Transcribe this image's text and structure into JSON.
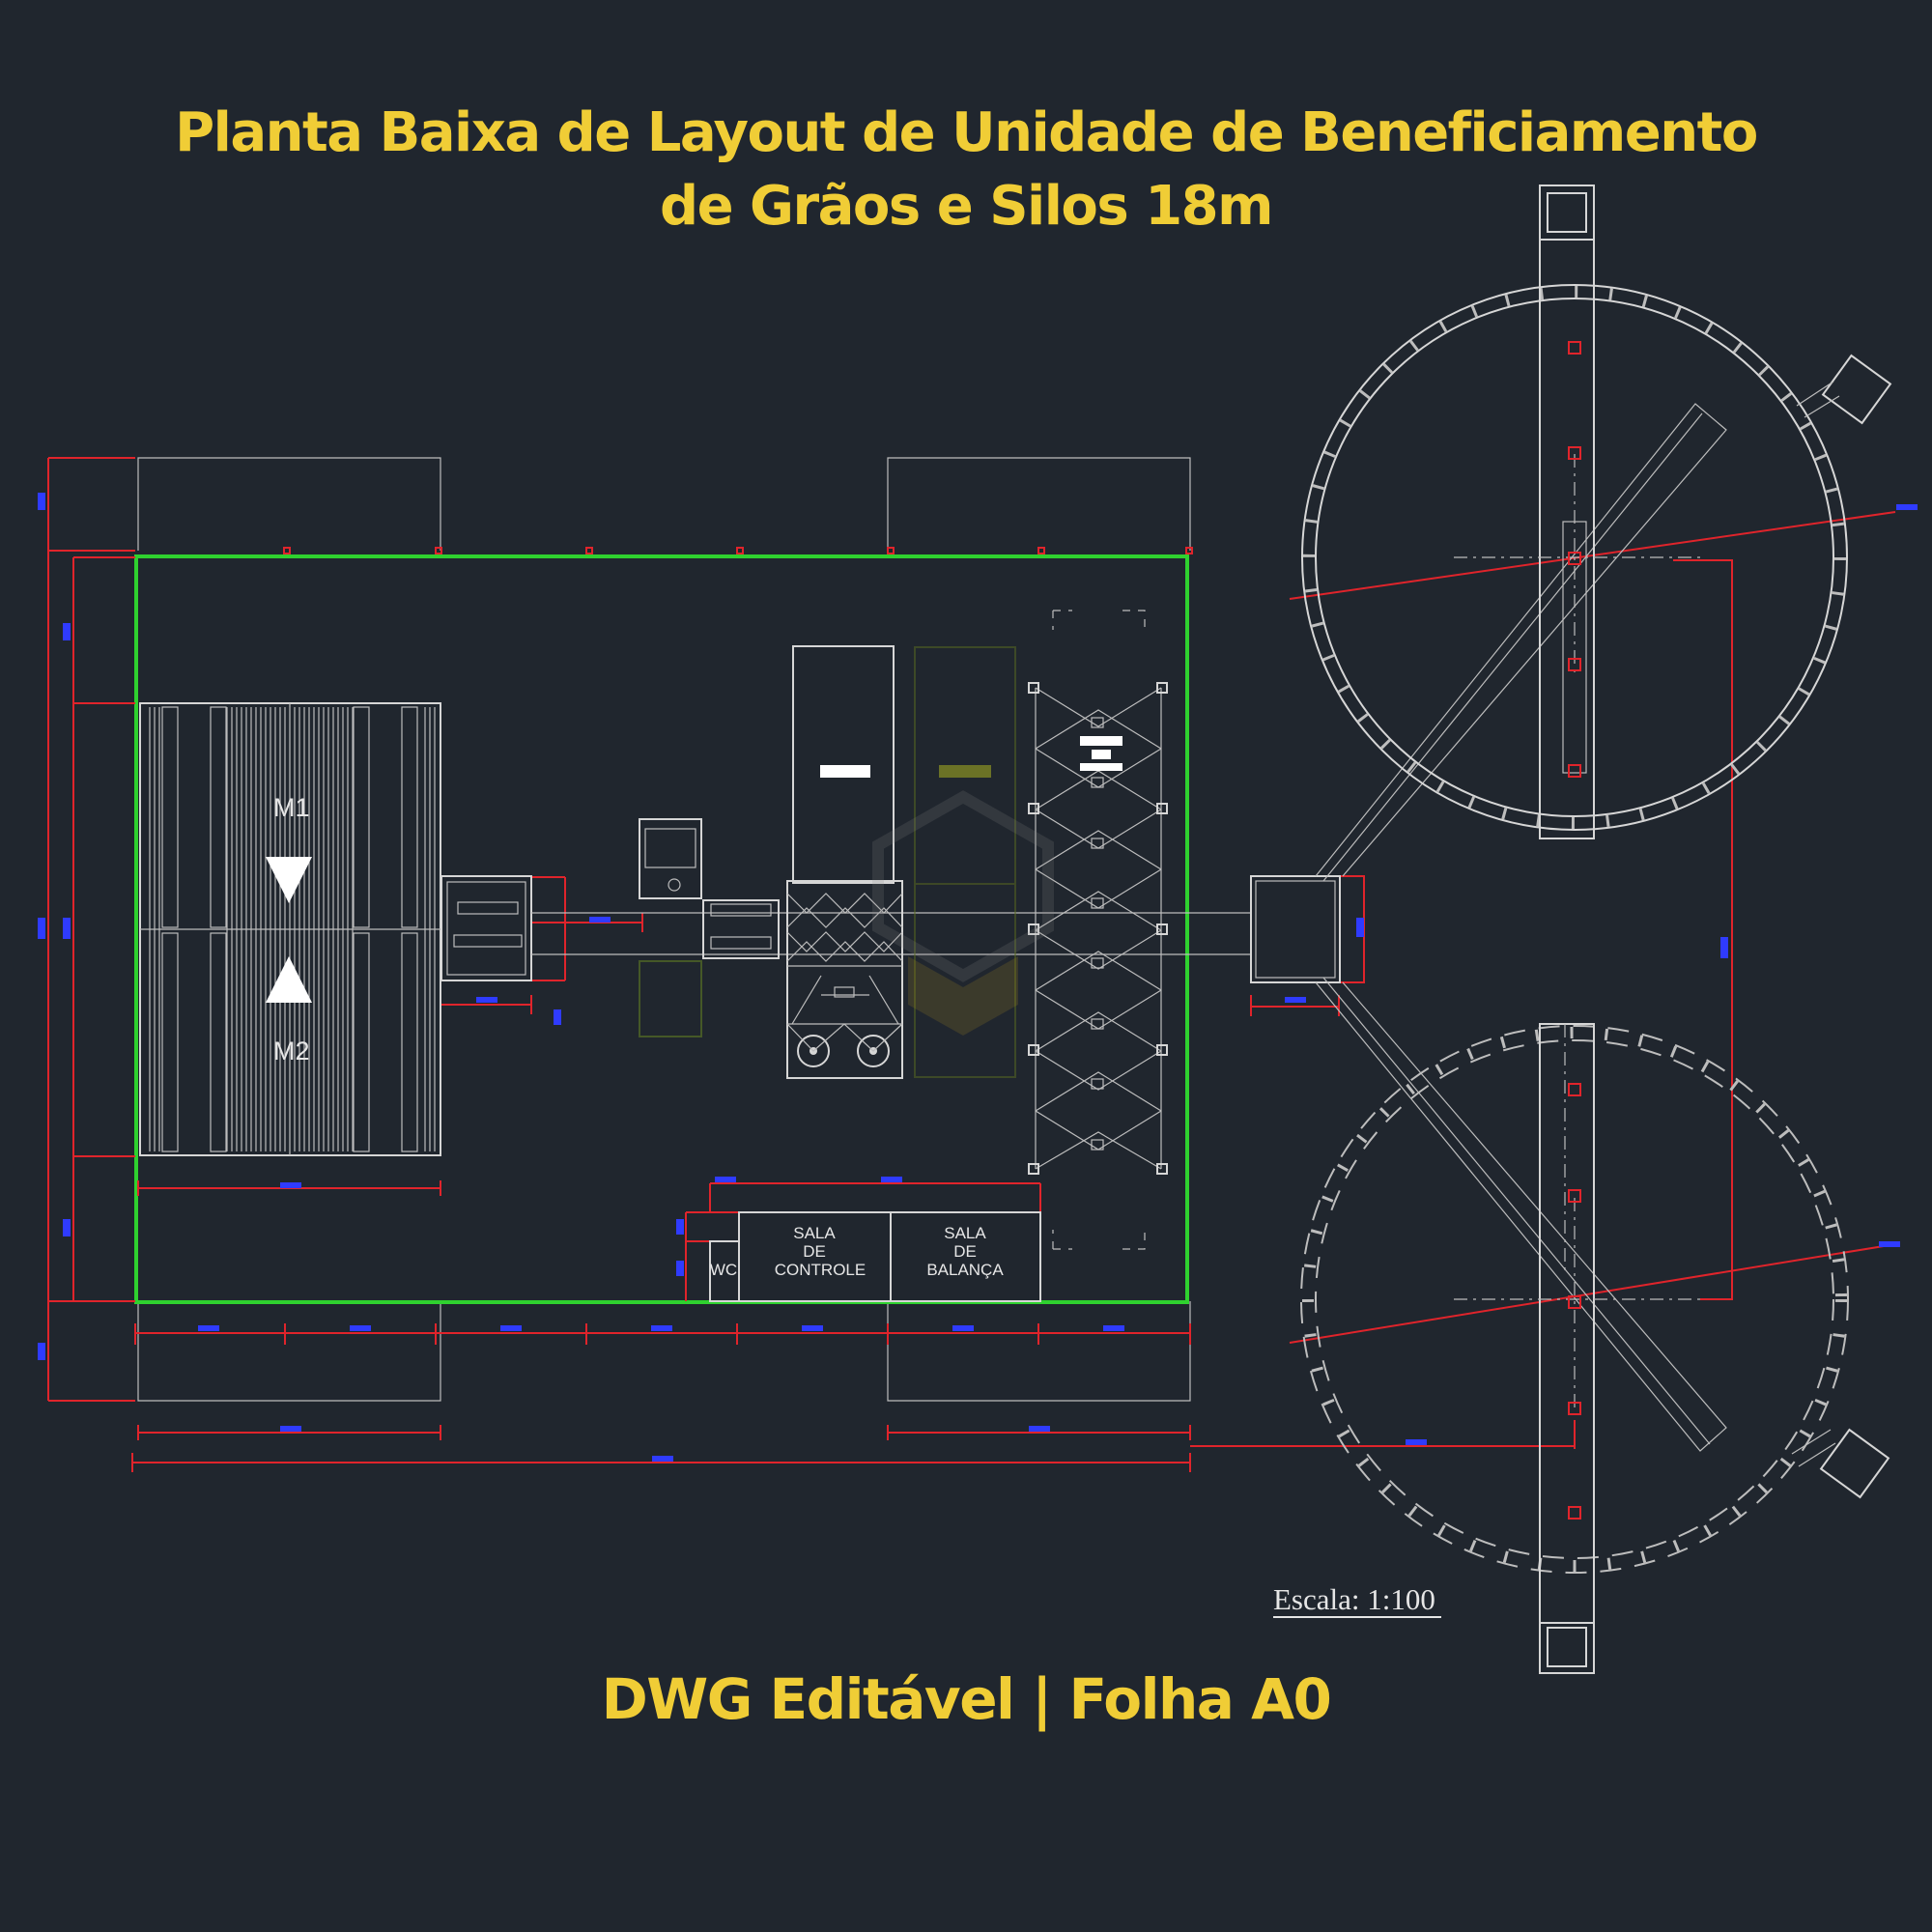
{
  "title": {
    "line1": "Planta Baixa de Layout de Unidade de Beneficiamento",
    "line2": "de Grãos e Silos 18m"
  },
  "labels": {
    "m1": "M1",
    "m2": "M2",
    "wc": "WC",
    "sala_controle": [
      "SALA",
      "DE",
      "CONTROLE"
    ],
    "sala_balanca": [
      "SALA",
      "DE",
      "BALANÇA"
    ]
  },
  "scale": "Escala:  1:100",
  "footer": "DWG Editável  | Folha A0",
  "colors": {
    "background": "#20262e",
    "accent": "#f0cd36",
    "lines": "#d6d6d6",
    "dimensions": "#e0242b",
    "outline": "#2fd12f",
    "dimension_text": "#2f3bff"
  },
  "icons": [
    "arrow-down-icon",
    "arrow-up-icon",
    "equipment-icon"
  ]
}
